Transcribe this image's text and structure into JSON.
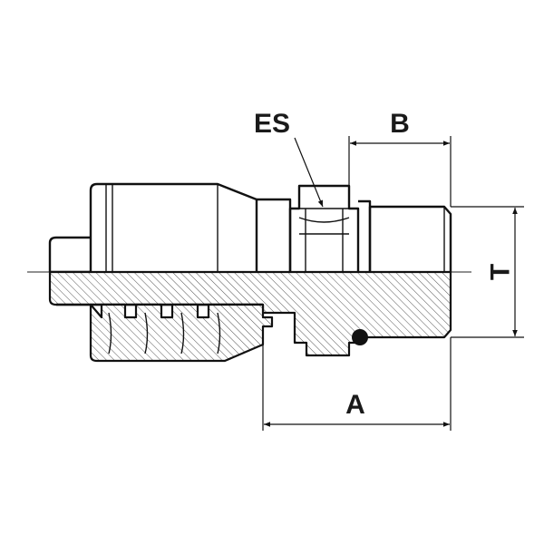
{
  "labels": {
    "es": "ES",
    "b": "B",
    "t": "T",
    "a": "A"
  }
}
